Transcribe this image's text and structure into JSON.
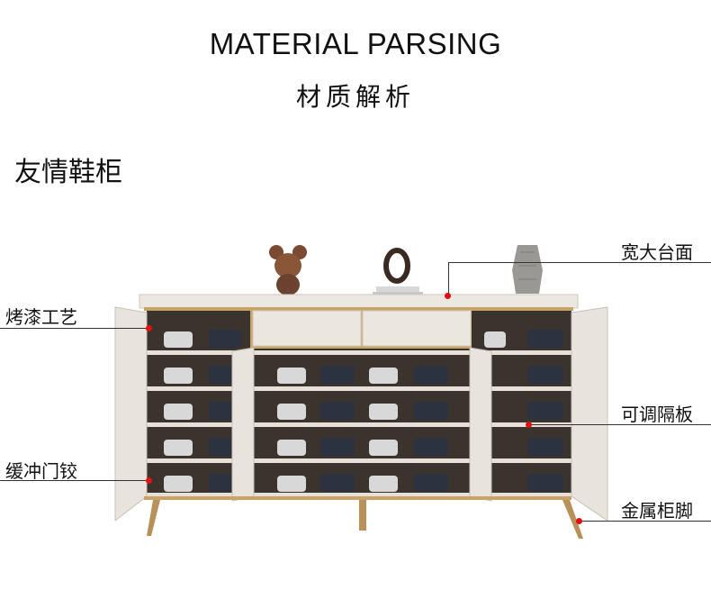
{
  "header": {
    "title_en": "MATERIAL PARSING",
    "title_cn": "材质解析"
  },
  "product": {
    "name": "友情鞋柜"
  },
  "callouts": {
    "top_surface": "宽大台面",
    "paint_process": "烤漆工艺",
    "adjustable_shelf": "可调隔板",
    "soft_close_hinge": "缓冲门铰",
    "metal_legs": "金属柜脚"
  },
  "colors": {
    "marker": "#e01010",
    "cabinet_body": "#e8e3dc",
    "gold_trim": "#c9a46a",
    "interior": "#3a332e"
  }
}
